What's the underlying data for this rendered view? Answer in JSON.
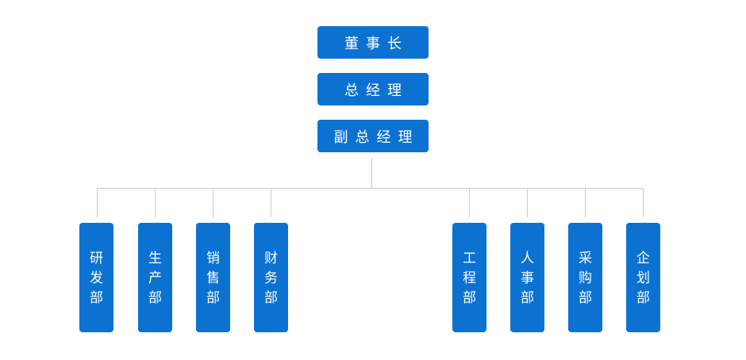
{
  "org_chart": {
    "type": "org-tree",
    "root_chain": [
      {
        "id": "chairman",
        "label": "董事长"
      },
      {
        "id": "general-manager",
        "label": "总经理"
      },
      {
        "id": "deputy-general-manager",
        "label": "副总经理"
      }
    ],
    "departments": [
      {
        "id": "rnd",
        "label": "研发部"
      },
      {
        "id": "production",
        "label": "生产部"
      },
      {
        "id": "sales",
        "label": "销售部"
      },
      {
        "id": "finance",
        "label": "财务部"
      },
      {
        "id": "engineering",
        "label": "工程部"
      },
      {
        "id": "hr",
        "label": "人事部"
      },
      {
        "id": "procurement",
        "label": "采购部"
      },
      {
        "id": "planning",
        "label": "企划部"
      }
    ],
    "colors": {
      "node_fill": "#0c72d2",
      "node_text": "#ffffff",
      "connector": "#cccccc",
      "background": "#ffffff"
    }
  }
}
